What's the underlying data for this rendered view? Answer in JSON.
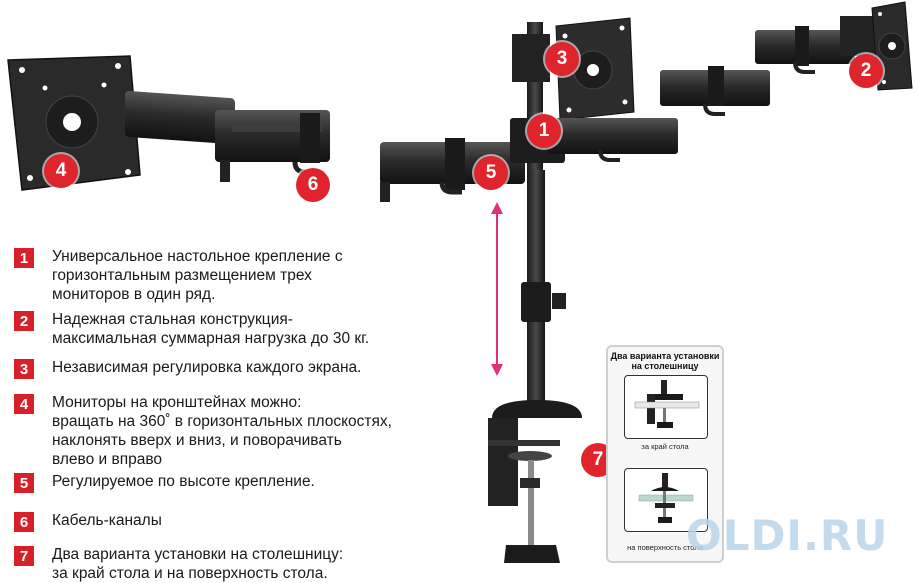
{
  "features": [
    {
      "num": "1",
      "text": "Универсальное настольное крепление с\nгоризонтальным размещением трех\nмониторов в один ряд."
    },
    {
      "num": "2",
      "text": "Надежная стальная конструкция-\nмаксимальная суммарная нагрузка  до 30 кг."
    },
    {
      "num": "3",
      "text": "Независимая регулировка каждого экрана."
    },
    {
      "num": "4",
      "text": "Мониторы на кронштейнах можно:\nвращать на 360˚ в горизонтальных плоскостях,\nнаклонять вверх и вниз, и поворачивать\nвлево и вправо"
    },
    {
      "num": "5",
      "text": "Регулируемое по высоте крепление."
    },
    {
      "num": "6",
      "text": "Кабель-каналы"
    },
    {
      "num": "7",
      "text": "Два варианта установки на столешницу:\nза край стола и на поверхность стола."
    }
  ],
  "callouts": [
    "1",
    "2",
    "3",
    "4",
    "5",
    "6",
    "7"
  ],
  "inset": {
    "title": "Два варианта установки\nна столешницу",
    "caption_top": "за край стола",
    "caption_bottom": "на поверхность стола"
  },
  "watermark": "OLDI.RU",
  "colors": {
    "accent_red": "#d8202a",
    "arm_metal": "#2a2a2a",
    "arrow_pink": "#e0307a",
    "watermark": "#b9d5ea"
  }
}
